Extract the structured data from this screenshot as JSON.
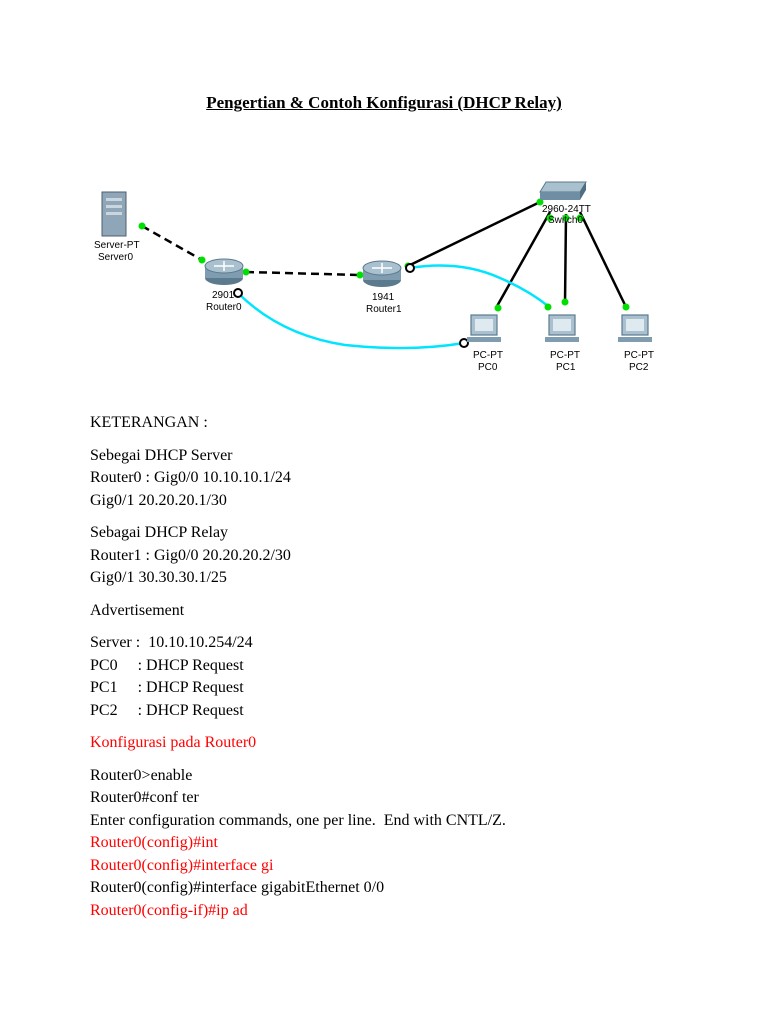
{
  "document": {
    "title": "Pengertian & Contoh Konfigurasi (DHCP Relay)"
  },
  "diagram": {
    "labels": {
      "server_type": "Server-PT",
      "server_name": "Server0",
      "router0_model": "2901",
      "router0_name": "Router0",
      "router1_model": "1941",
      "router1_name": "Router1",
      "switch_model": "2960-24TT",
      "switch_name": "Switch0",
      "pc0_type": "PC-PT",
      "pc0_name": "PC0",
      "pc1_type": "PC-PT",
      "pc1_name": "PC1",
      "pc2_type": "PC-PT",
      "pc2_name": "PC2"
    },
    "colors": {
      "link_dot": "#00e000",
      "serial_link": "#00e5ff",
      "line": "#000000"
    }
  },
  "content": {
    "lines": [
      {
        "text": "KETERANGAN :",
        "color": "black",
        "gap_before": false
      },
      {
        "text": "Sebegai DHCP Server",
        "color": "black",
        "gap_before": true
      },
      {
        "text": "Router0 : Gig0/0 10.10.10.1/24",
        "color": "black",
        "gap_before": false
      },
      {
        "text": "Gig0/1 20.20.20.1/30",
        "color": "black",
        "gap_before": false
      },
      {
        "text": "Sebagai DHCP Relay",
        "color": "black",
        "gap_before": true
      },
      {
        "text": "Router1 : Gig0/0 20.20.20.2/30",
        "color": "black",
        "gap_before": false
      },
      {
        "text": "Gig0/1 30.30.30.1/25",
        "color": "black",
        "gap_before": false
      },
      {
        "text": "Advertisement",
        "color": "black",
        "gap_before": true
      },
      {
        "text": "Server :  10.10.10.254/24",
        "color": "black",
        "gap_before": true
      },
      {
        "text": "PC0     : DHCP Request",
        "color": "black",
        "gap_before": false
      },
      {
        "text": "PC1     : DHCP Request",
        "color": "black",
        "gap_before": false
      },
      {
        "text": "PC2     : DHCP Request",
        "color": "black",
        "gap_before": false
      },
      {
        "text": "Konfigurasi pada Router0",
        "color": "red",
        "gap_before": true
      },
      {
        "text": "Router0>enable",
        "color": "black",
        "gap_before": true
      },
      {
        "text": "Router0#conf ter",
        "color": "black",
        "gap_before": false
      },
      {
        "text": "Enter configuration commands, one per line.  End with CNTL/Z.",
        "color": "black",
        "gap_before": false
      },
      {
        "text": "Router0(config)#int",
        "color": "red",
        "gap_before": false
      },
      {
        "text": "Router0(config)#interface gi",
        "color": "red",
        "gap_before": false
      },
      {
        "text": "Router0(config)#interface gigabitEthernet 0/0",
        "color": "black",
        "gap_before": false
      },
      {
        "text": "Router0(config-if)#ip ad",
        "color": "red",
        "gap_before": false
      }
    ]
  }
}
